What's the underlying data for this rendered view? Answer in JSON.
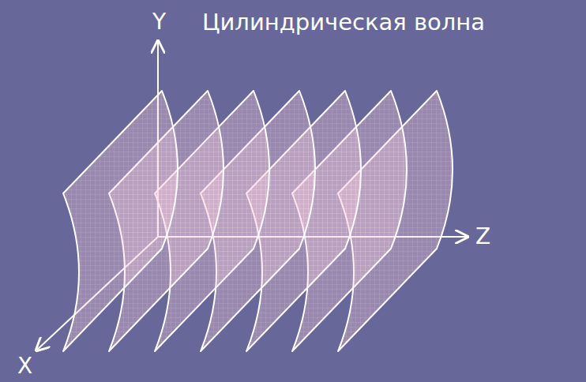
{
  "diagram": {
    "title": "Цилиндрическая волна",
    "labels": [
      "Y",
      "Z",
      "X"
    ]
  }
}
